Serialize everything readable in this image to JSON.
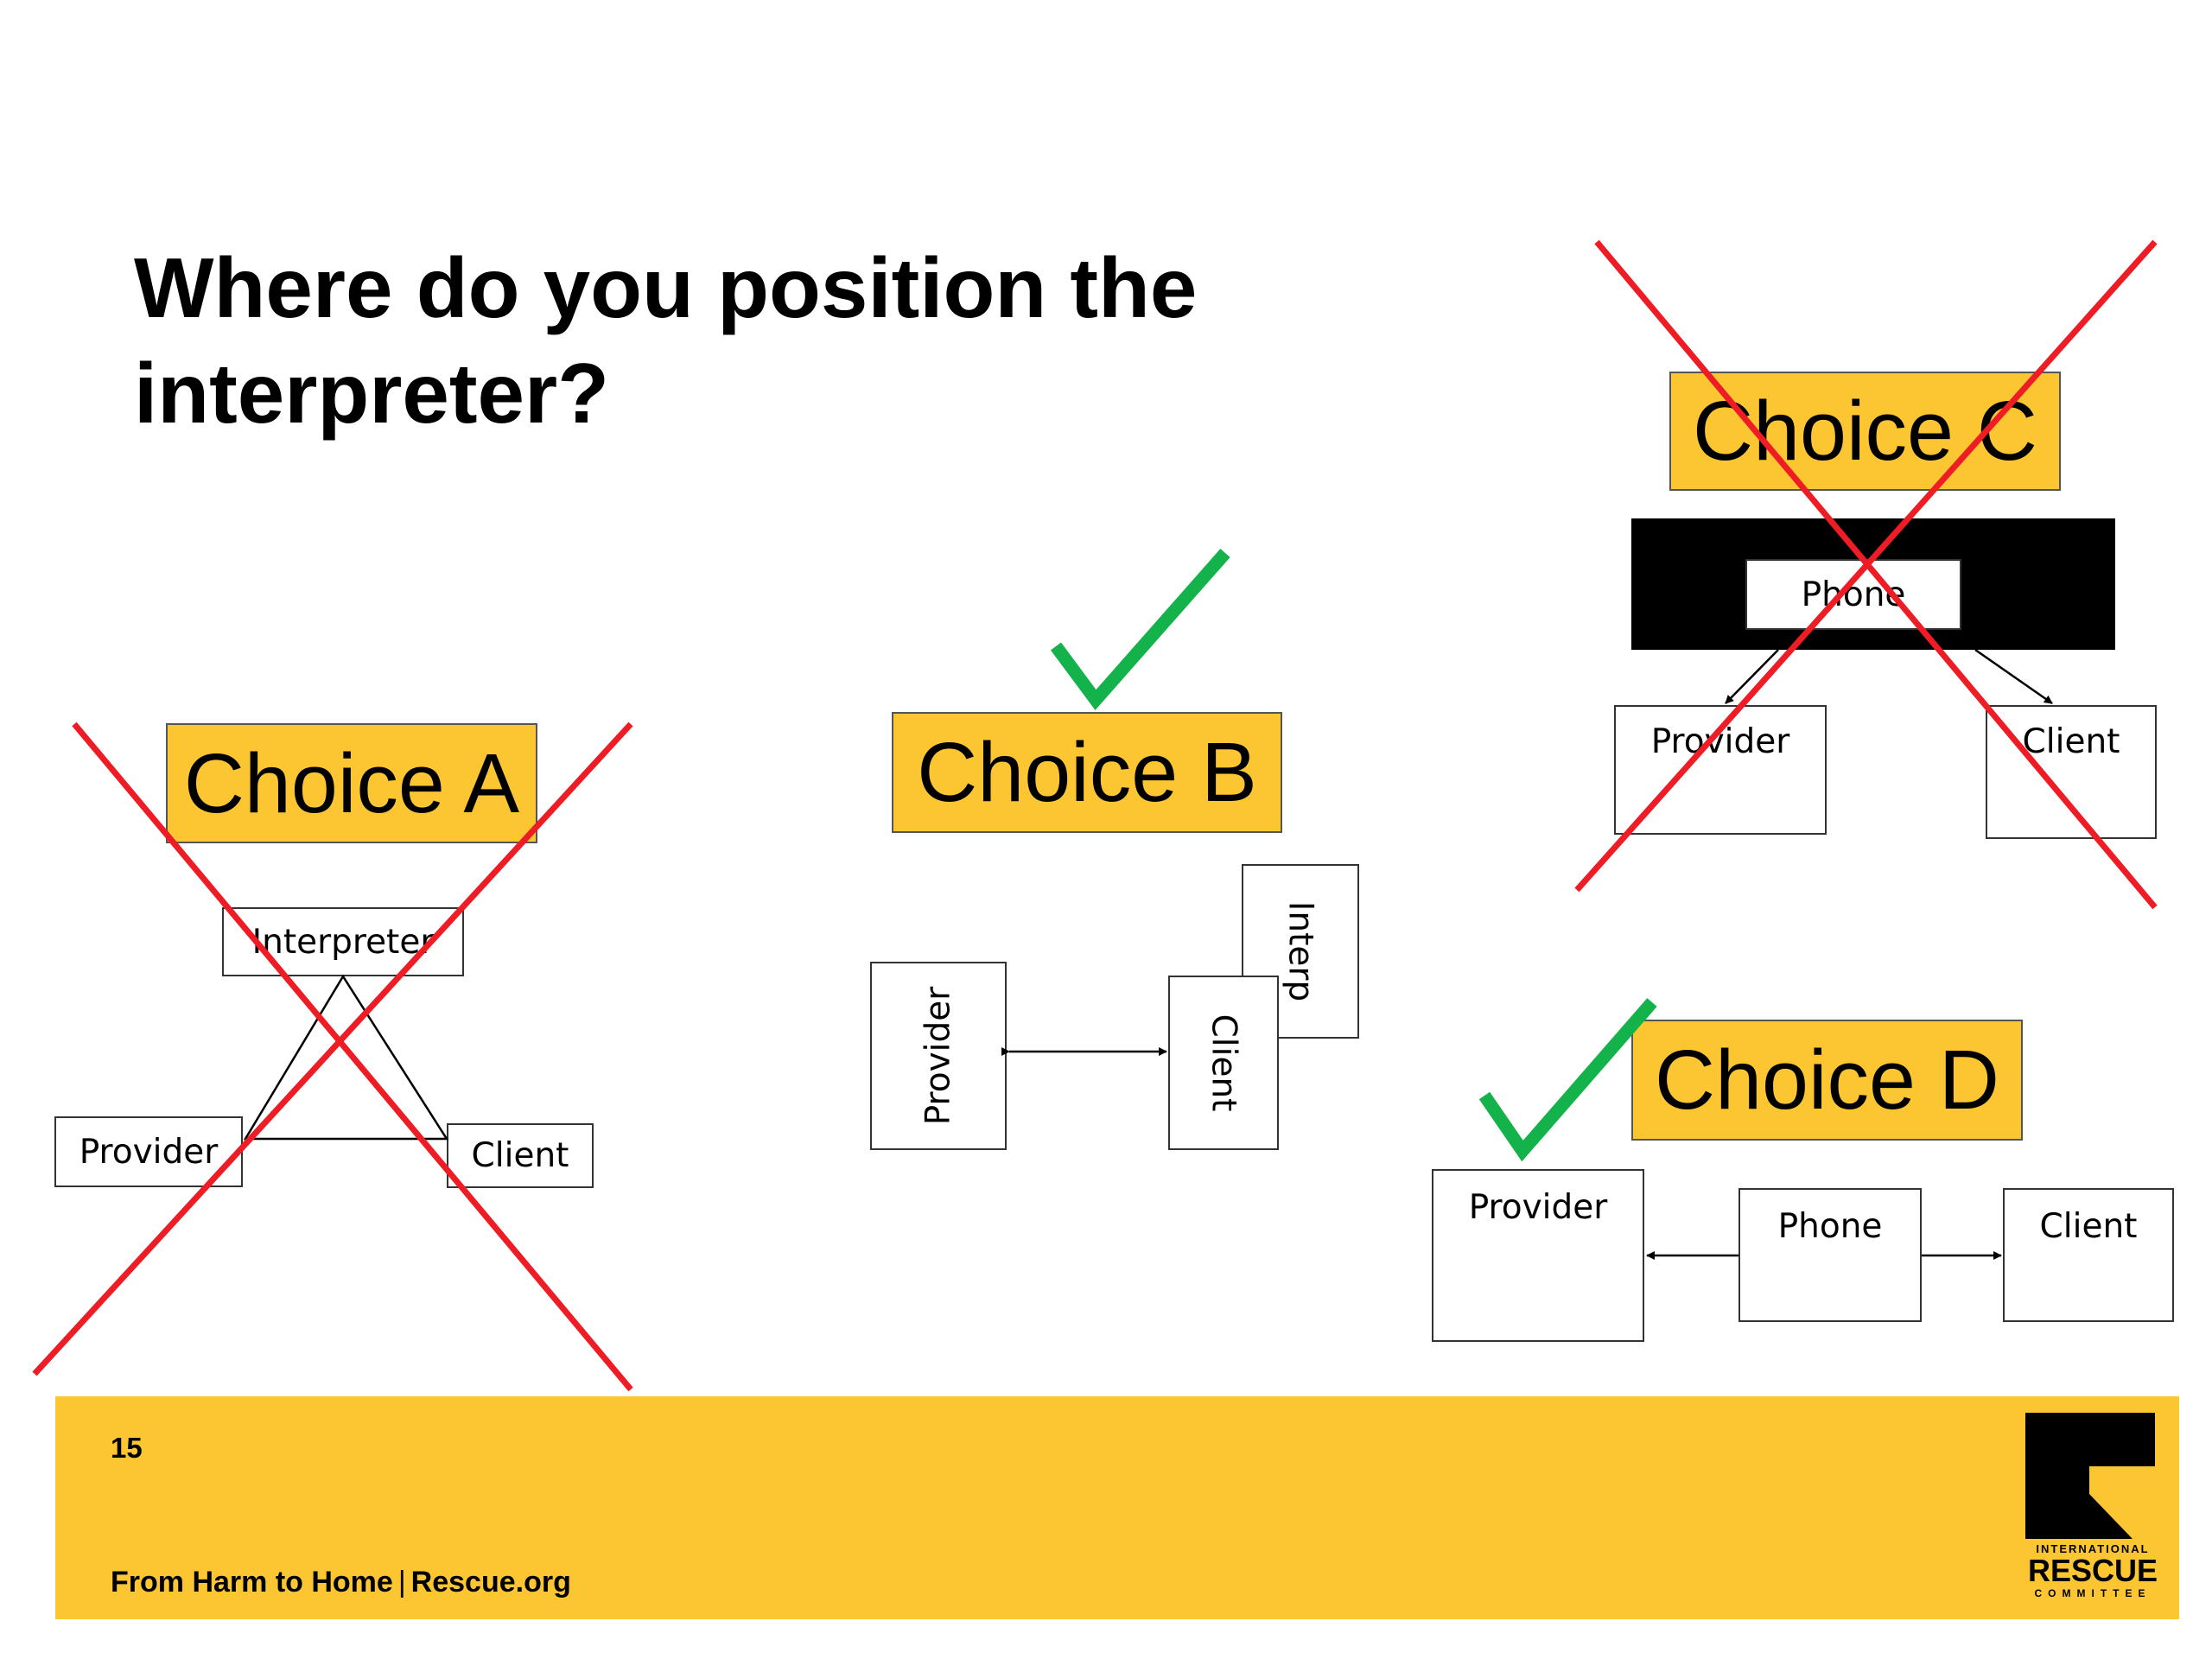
{
  "slide": {
    "title": "Where do you position the interpreter?",
    "page_number": "15",
    "footer": {
      "tagline_left": "From Harm to Home",
      "separator": "|",
      "tagline_right": "Rescue.org"
    },
    "logo": {
      "line1": "INTERNATIONAL",
      "line2": "RESCUE",
      "line3": "COMMITTEE"
    }
  },
  "choices": {
    "a": {
      "label": "Choice A",
      "nodes": {
        "interpreter": "Interpreter",
        "provider": "Provider",
        "client": "Client"
      },
      "verdict": "cross"
    },
    "b": {
      "label": "Choice B",
      "nodes": {
        "provider": "Provider",
        "client": "Client",
        "interp": "Interp"
      },
      "verdict": "check"
    },
    "c": {
      "label": "Choice C",
      "nodes": {
        "phone": "Phone",
        "provider": "Provider",
        "client": "Client"
      },
      "verdict": "cross"
    },
    "d": {
      "label": "Choice D",
      "nodes": {
        "provider": "Provider",
        "phone": "Phone",
        "client": "Client"
      },
      "verdict": "check"
    }
  },
  "colors": {
    "brand_yellow": "#fbc631",
    "cross_red": "#ee1c25",
    "check_green": "#14b24a",
    "text": "#000000"
  },
  "icons": [
    "cross-mark-icon",
    "check-mark-icon",
    "arrow-icon",
    "irc-logo-icon"
  ]
}
